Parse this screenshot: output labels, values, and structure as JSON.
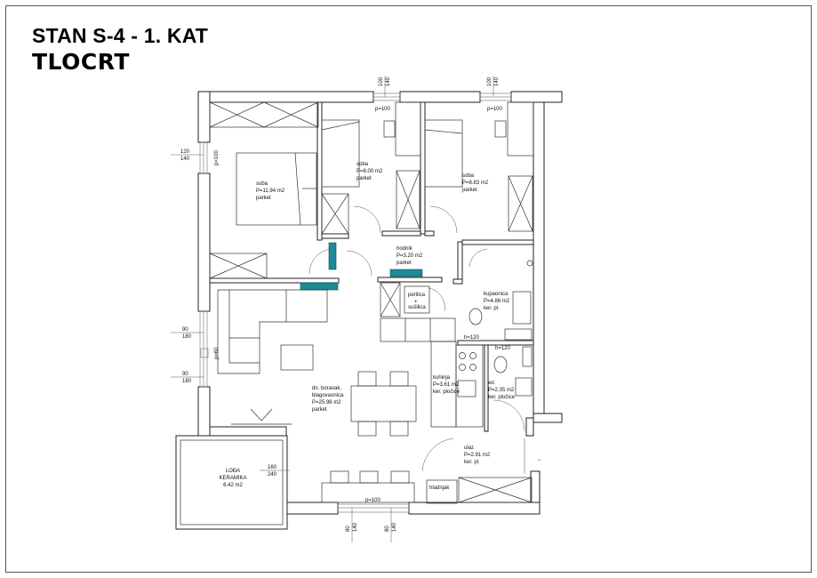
{
  "header": {
    "title": "STAN S-4 - 1. KAT",
    "subtitle": "TLOCRT"
  },
  "colors": {
    "radiator": "#1b8b97",
    "wall": "#222222"
  },
  "rooms": [
    {
      "name": "soba",
      "area": "P=11.94  m2",
      "floor": "parket"
    },
    {
      "name": "soba",
      "area": "P=8.00  m2",
      "floor": "parket"
    },
    {
      "name": "soba",
      "area": "P=8.83  m2",
      "floor": "parket"
    },
    {
      "name": "hodnik",
      "area": "P=3.20  m2",
      "floor": "parket"
    },
    {
      "name": "kupaonica",
      "area": "P=4.86  m2",
      "floor": "ker. pl."
    },
    {
      "name": "wc",
      "area": "P=2.35  m2",
      "floor": "ker. pločice"
    },
    {
      "name": "kuhinja",
      "area": "P=3.61  m2",
      "floor": "ker. pločice"
    },
    {
      "name": "dn. boravak,",
      "name2": "blagovaonica",
      "area": "P=25.98  m2",
      "floor": "parket"
    },
    {
      "name": "ulaz",
      "area": "P=2.91  m2",
      "floor": "ker. pl."
    }
  ],
  "loggia": {
    "name": "LOĐA",
    "floor": "KERAMIKA",
    "area": "6.42  m2"
  },
  "fixtures": {
    "washer": "perilica",
    "plus": "+",
    "dryer": "sušilica",
    "fridge": "hladnjak",
    "h1": "h=120",
    "h2": "h=120"
  },
  "openings": {
    "p_top1": "p=100",
    "p_top2": "p=100",
    "p_left": "p=100",
    "p_left2": "p=60",
    "p_bottom": "p=100"
  },
  "dimensions": [
    {
      "a": "100",
      "b": "140"
    },
    {
      "a": "100",
      "b": "140"
    },
    {
      "a": "120",
      "b": "140"
    },
    {
      "a": "90",
      "b": "180"
    },
    {
      "a": "90",
      "b": "180"
    },
    {
      "a": "160",
      "b": "240"
    },
    {
      "a": "80",
      "b": "140"
    },
    {
      "a": "80",
      "b": "140"
    }
  ],
  "entrance_arrow": "←"
}
